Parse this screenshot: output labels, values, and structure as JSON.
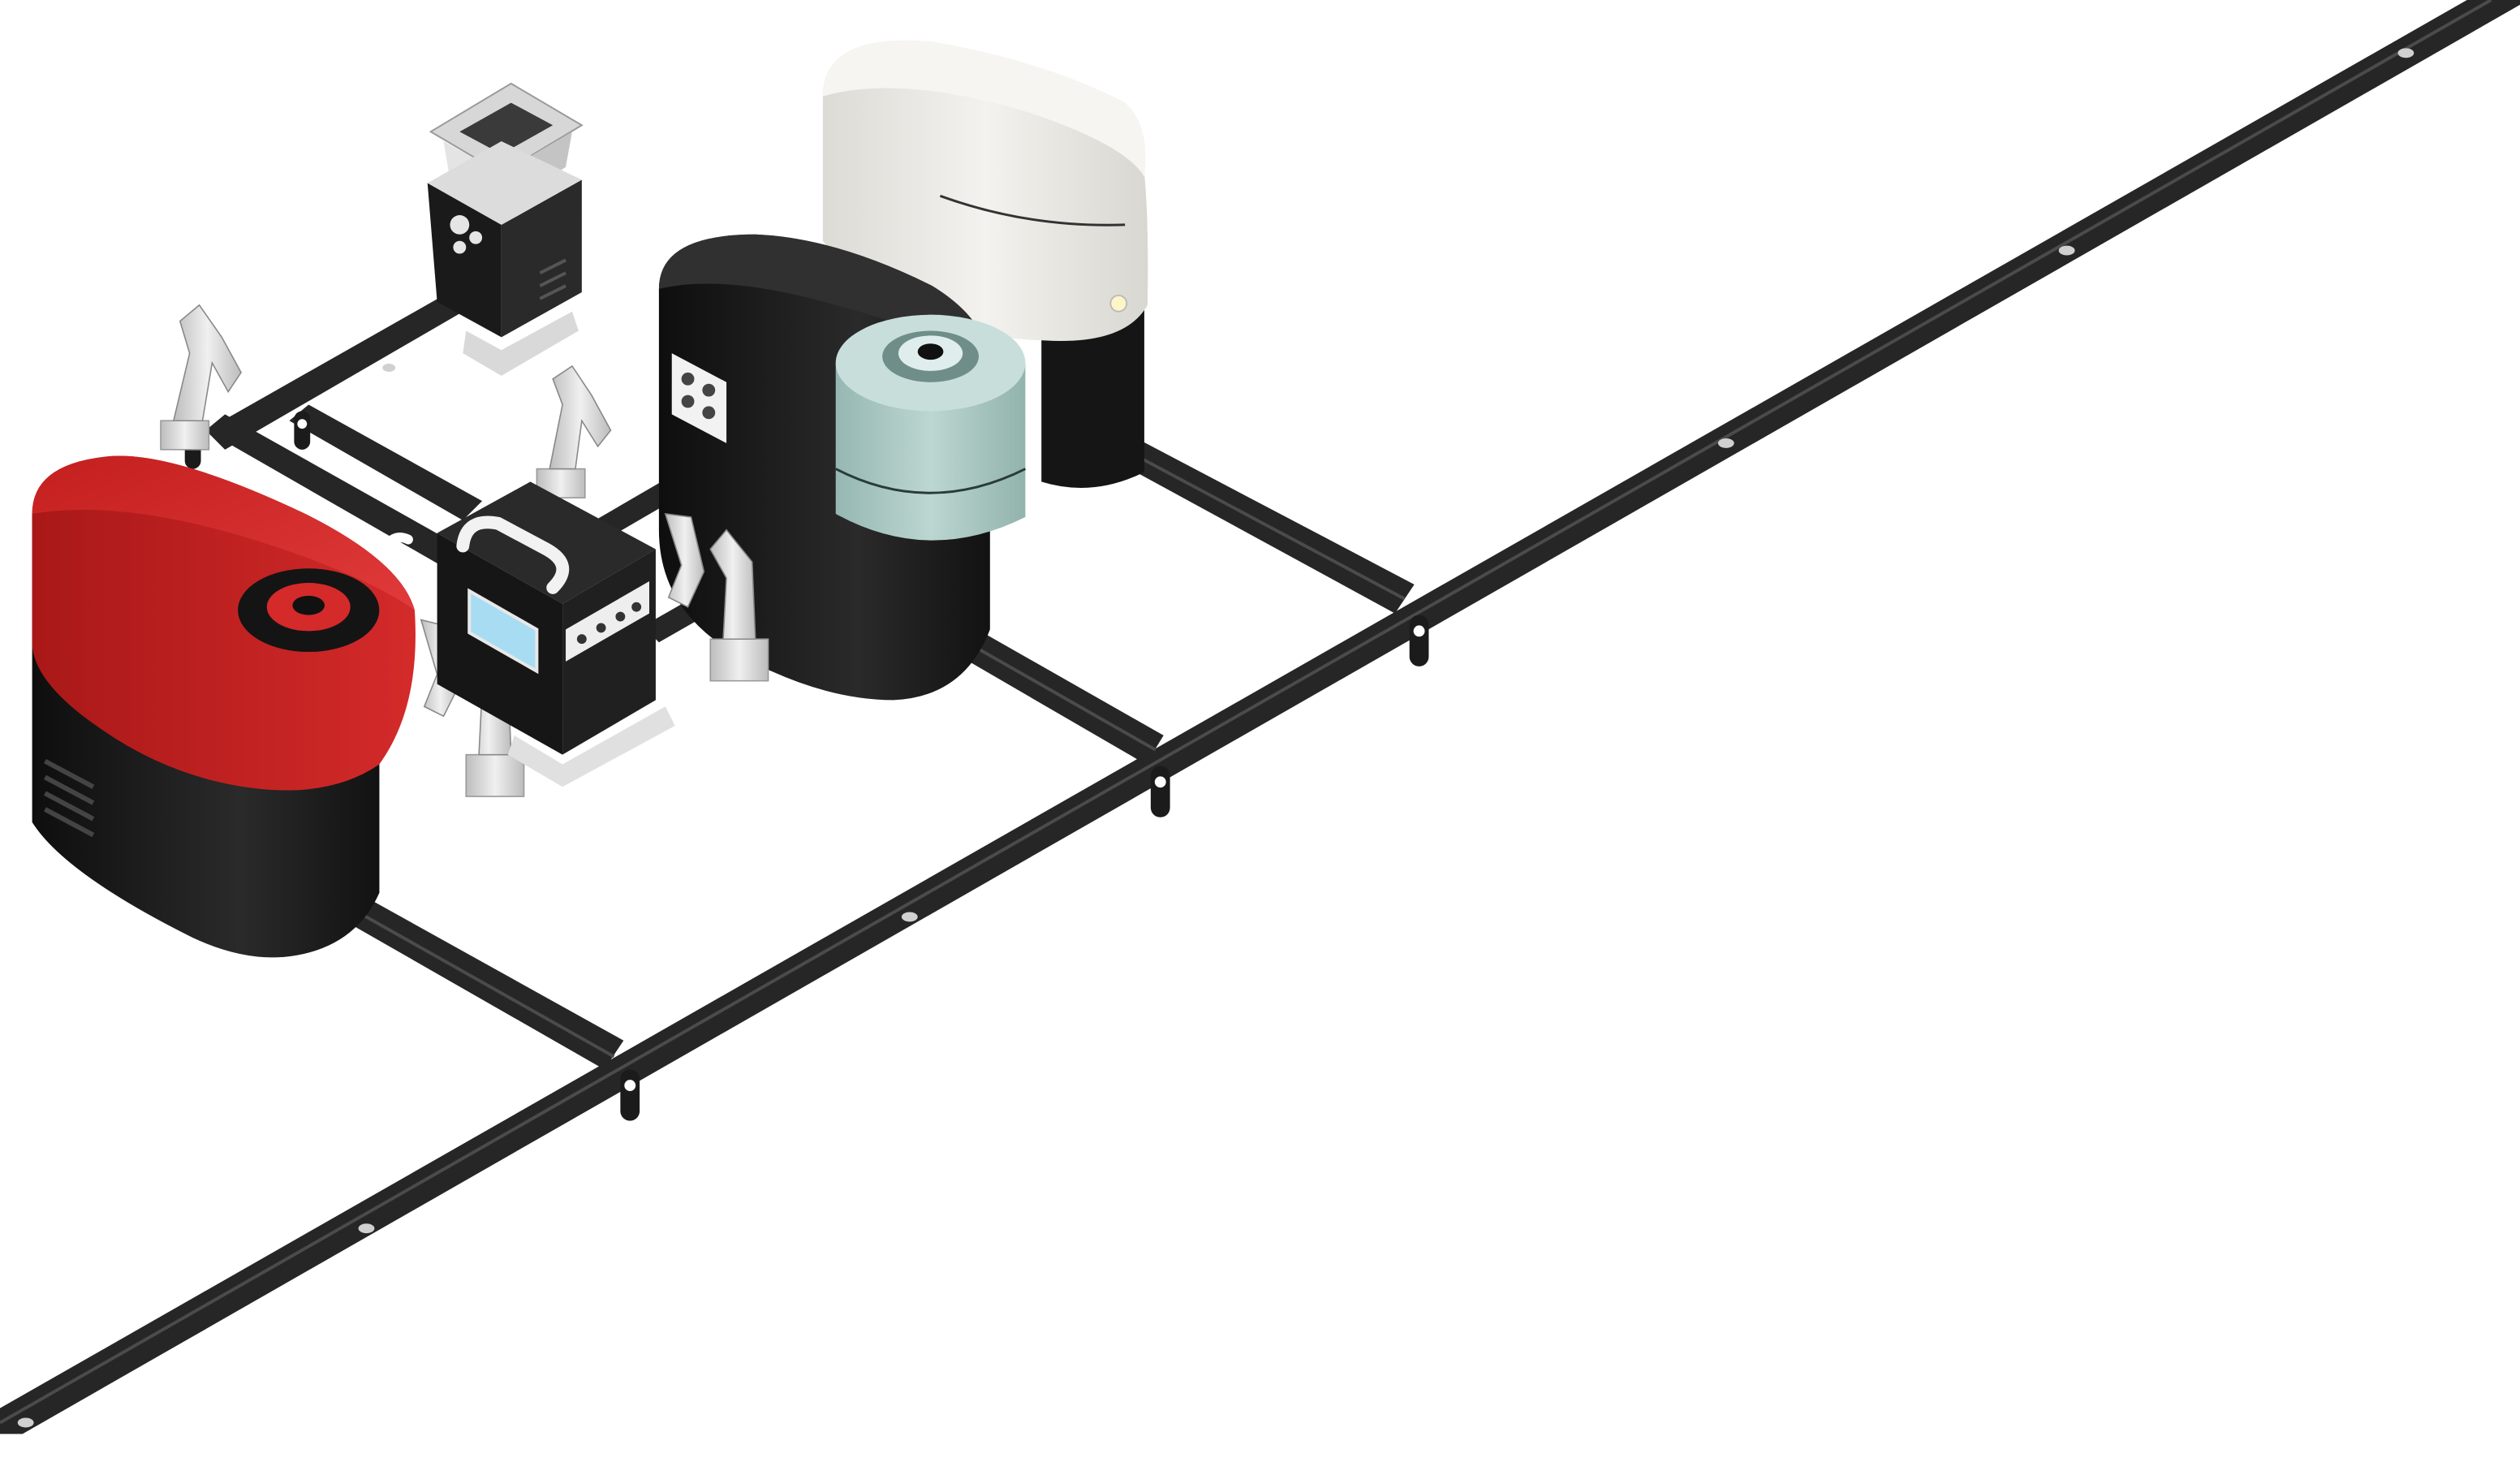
{
  "scene": {
    "kind": "isometric-factory-conveyor-illustration",
    "colors": {
      "background": "#ffffff",
      "belt": "#262626",
      "belt_edge": "#4a4a4a",
      "machine_black": "#1a1a1a",
      "machine_red": "#d42a2a",
      "tank_white": "#ecebe6",
      "drum_teal": "#a9c7c2",
      "screen_blue": "#a8dcf2",
      "metal": "#d9d9d9"
    },
    "icons": [
      "main-conveyor-belt",
      "branch-conveyor-belt",
      "red-machine",
      "black-tank",
      "white-silo",
      "teal-drum",
      "control-unit",
      "hopper-machine",
      "robot-arm",
      "belt-sensor"
    ]
  }
}
